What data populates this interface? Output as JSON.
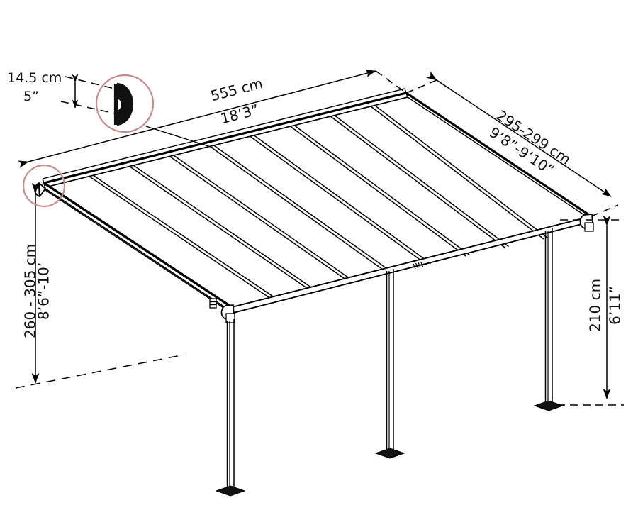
{
  "drawing": {
    "title": "Patio cover isometric dimension drawing",
    "units_primary": "cm",
    "units_secondary": "feet-inches",
    "line_color": "#000000",
    "accent_color": "#c98b8b",
    "background": "#ffffff"
  },
  "dimensions": {
    "width": {
      "cm": "555 cm",
      "imperial": "18’3”",
      "name": "roof-width"
    },
    "depth": {
      "cm": "295-299 cm",
      "imperial": "9’8”-9’10”",
      "name": "roof-depth"
    },
    "height_wall": {
      "cm": "260 - 305 cm",
      "imperial": "8’6”-10’",
      "name": "wall-side-height"
    },
    "height_front": {
      "cm": "210 cm",
      "imperial": "6’11”",
      "name": "front-post-height"
    },
    "profile": {
      "cm": "14.5 cm",
      "imperial": "5”",
      "name": "gutter-profile-height"
    }
  },
  "callout": {
    "label": "gutter-profile-detail",
    "shape": "d-profile"
  },
  "structure": {
    "panel_count": 8,
    "post_count": 3,
    "parts": [
      "roof-panels",
      "front-gutter-beam",
      "wall-mount-beam",
      "support-posts",
      "post-base-plates",
      "beam-coupler"
    ]
  }
}
